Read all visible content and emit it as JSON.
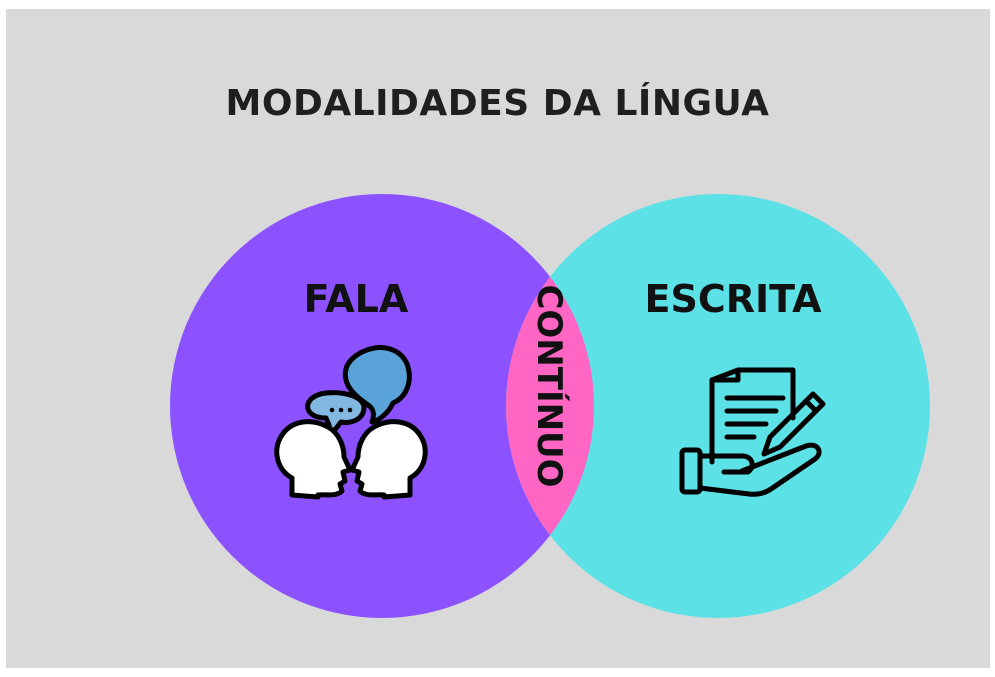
{
  "title": "MODALIDADES DA LÍNGUA",
  "left": {
    "label": "FALA",
    "icon": "two-heads-speech-bubbles-icon"
  },
  "right": {
    "label": "ESCRITA",
    "icon": "hand-document-pencil-icon"
  },
  "overlap": {
    "label": "CONTÍNUO"
  },
  "colors": {
    "background": "#d9d9d9",
    "left_circle": "#8c52ff",
    "right_circle": "#5ce1e6",
    "overlap": "#ff66c4",
    "text": "#111111"
  }
}
